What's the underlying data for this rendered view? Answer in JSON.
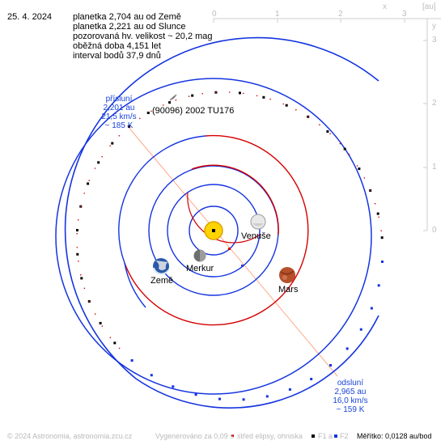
{
  "header": {
    "date": "25. 4. 2024",
    "lines": [
      "planetka 2,704 au od Země",
      "planetka 2,221 au od Slunce",
      "pozorovaná hv. velikost ~ 20,2 mag",
      "oběžná doba 4,151 let",
      "interval bodů 37,9 dnů"
    ]
  },
  "axes": {
    "x_ticks": [
      "0",
      "1",
      "2",
      "3"
    ],
    "x_label": "x",
    "unit": "[au]",
    "y_ticks": [
      "3",
      "2",
      "1",
      "0"
    ],
    "y_label": "y"
  },
  "asteroid_label": "(90096) 2002 TU176",
  "perihelion": [
    "přísluní",
    "2,201 au",
    "21,5 km/s",
    "~ 185 K"
  ],
  "aphelion": [
    "odsluní",
    "2,965 au",
    "16,0 km/s",
    "~ 159 K"
  ],
  "planets": {
    "venus": "Venuše",
    "mercury": "Merkur",
    "earth": "Země",
    "mars": "Mars"
  },
  "footer": {
    "copyright": "© 2024 Astronomia, astronomia.zcu.cz",
    "generated": "Vygenerováno za 0,09 s",
    "legend_center": "střed elipsy, ohniska",
    "legend_f1": "F1 a",
    "legend_f2": "F2",
    "scale": "Měřítko: 0,0128 au/bod"
  },
  "colors": {
    "orbit_blue": "#1434e0",
    "orbit_red": "#d40000",
    "grid": "#cfcfcf",
    "text_blue": "#1a44d8",
    "apsis_line": "#ff9a70"
  }
}
